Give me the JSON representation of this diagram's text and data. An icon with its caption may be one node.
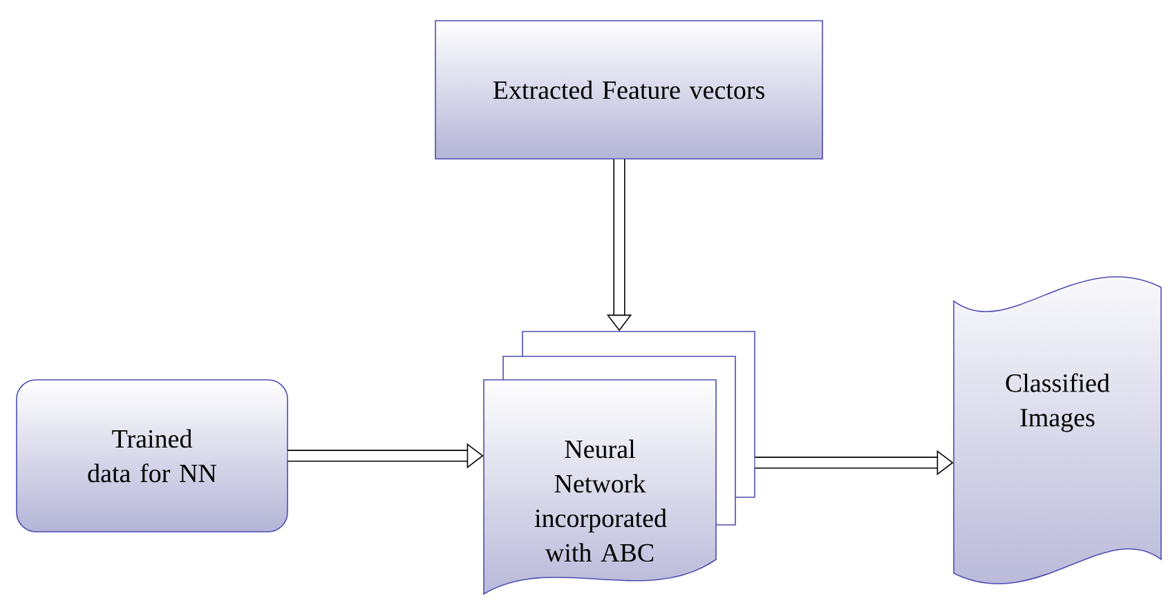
{
  "diagram": {
    "nodes": [
      {
        "text": [
          "Extracted Feature vectors"
        ]
      },
      {
        "text": [
          "Trained data for NN"
        ]
      },
      {
        "text": [
          "Neural Network incorporated with ABC"
        ]
      },
      {
        "text": [
          "Classified Images"
        ]
      }
    ],
    "edges": [
      {
        "from": 0,
        "to": 2,
        "arrow": "to"
      },
      {
        "from": 1,
        "to": 2,
        "arrow": "to"
      },
      {
        "from": 2,
        "to": 3,
        "arrow": "to"
      }
    ]
  }
}
